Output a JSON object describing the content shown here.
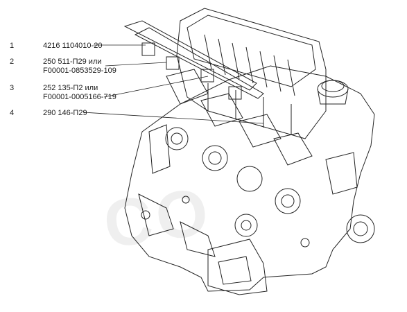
{
  "callouts": [
    {
      "number": "1",
      "line1": "4216 1104010-20",
      "line2": ""
    },
    {
      "number": "2",
      "line1": "250 511-П29 или",
      "line2": "F00001-0853529-109"
    },
    {
      "number": "3",
      "line1": "252 135-П2 или",
      "line2": "F00001-0005166-719"
    },
    {
      "number": "4",
      "line1": "290 146-П29",
      "line2": ""
    }
  ],
  "watermark": "CO"
}
